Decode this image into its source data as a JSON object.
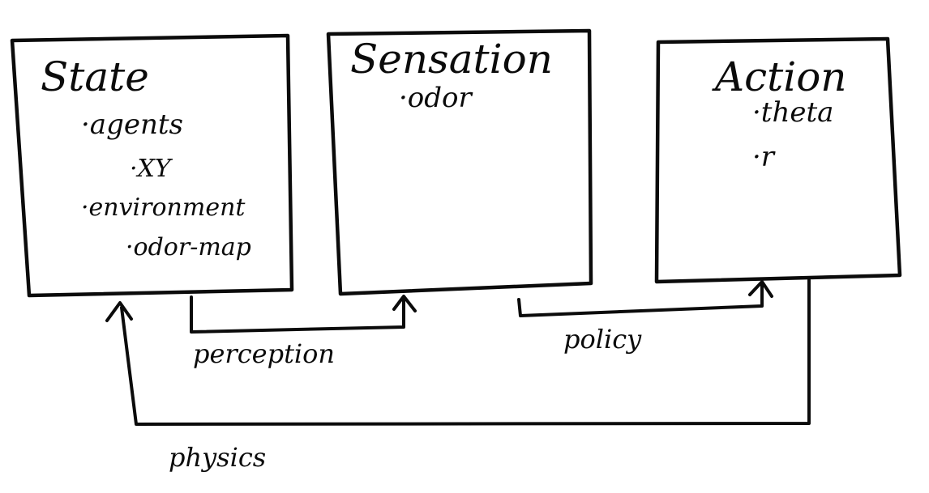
{
  "boxes": {
    "state": {
      "title": "State",
      "items": [
        "·agents",
        "·XY",
        "·environment",
        "·odor-map"
      ]
    },
    "sensation": {
      "title": "Sensation",
      "items": [
        "·odor"
      ]
    },
    "action": {
      "title": "Action",
      "items": [
        "·theta",
        "·r"
      ]
    }
  },
  "edges": {
    "perception": "perception",
    "policy": "policy",
    "physics": "physics"
  }
}
